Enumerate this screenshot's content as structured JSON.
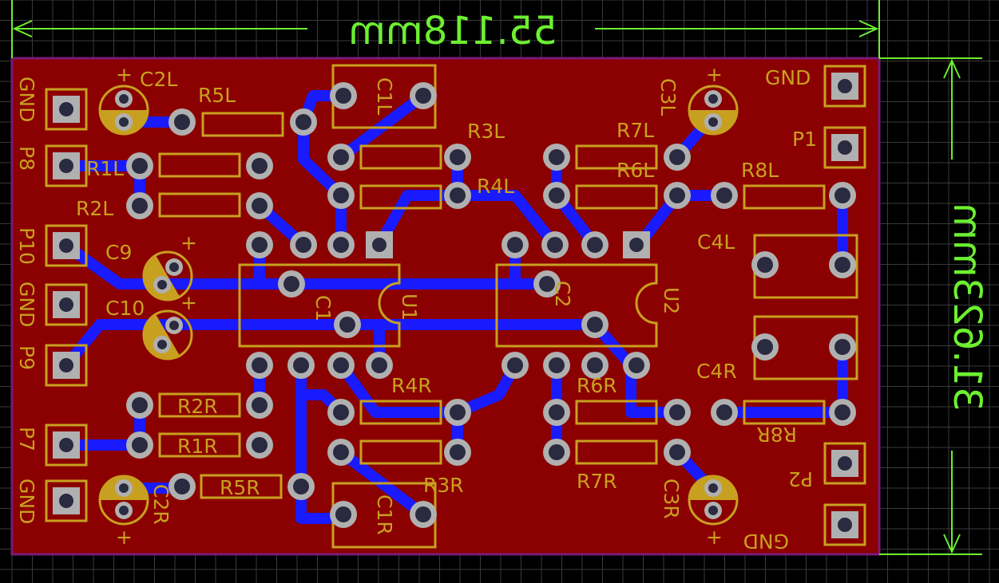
{
  "colors": {
    "background": "#000000",
    "grid": "#3a3a3a",
    "board_fill": "#8b0000",
    "board_outline": "#7a1a7a",
    "trace": "#1a1aff",
    "silkscreen": "#c8a020",
    "pad": "#b0b0b0",
    "drill": "#2a2a40",
    "dimension": "#6cf030"
  },
  "dimensions": {
    "width_text": "55.118mm",
    "height_text": "31.623mm"
  },
  "labels": {
    "C2L": "C2L",
    "R5L": "R5L",
    "C1L": "C1L",
    "R3L": "R3L",
    "R7L": "R7L",
    "C3L": "C3L",
    "GND_tr": "GND",
    "GND_tl": "GND",
    "P8": "P8",
    "R1L": "R1L",
    "R6L": "R6L",
    "R8L": "R8L",
    "P1": "P1",
    "R2L": "R2L",
    "R4L": "R4L",
    "P10": "P10",
    "C9": "C9",
    "C4L": "C4L",
    "GND_ml": "GND",
    "C1": "C1",
    "U1": "U1",
    "C2": "C2",
    "U2": "U2",
    "C10": "C10",
    "P9": "P9",
    "C4R": "C4R",
    "R4R": "R4R",
    "R6R": "R6R",
    "R2R": "R2R",
    "R1R": "R1R",
    "P7": "P7",
    "R8R": "R8R",
    "R5R": "R5R",
    "R3R": "R3R",
    "R7R": "R7R",
    "P2": "P2",
    "C2R": "C2R",
    "C1R": "C1R",
    "C3R": "C3R",
    "GND_bl": "GND",
    "GND_br": "GND",
    "plus_c2l": "+",
    "plus_c3l": "+",
    "plus_c9": "+",
    "plus_c10": "+",
    "plus_c2r": "+",
    "plus_c3r": "+"
  }
}
